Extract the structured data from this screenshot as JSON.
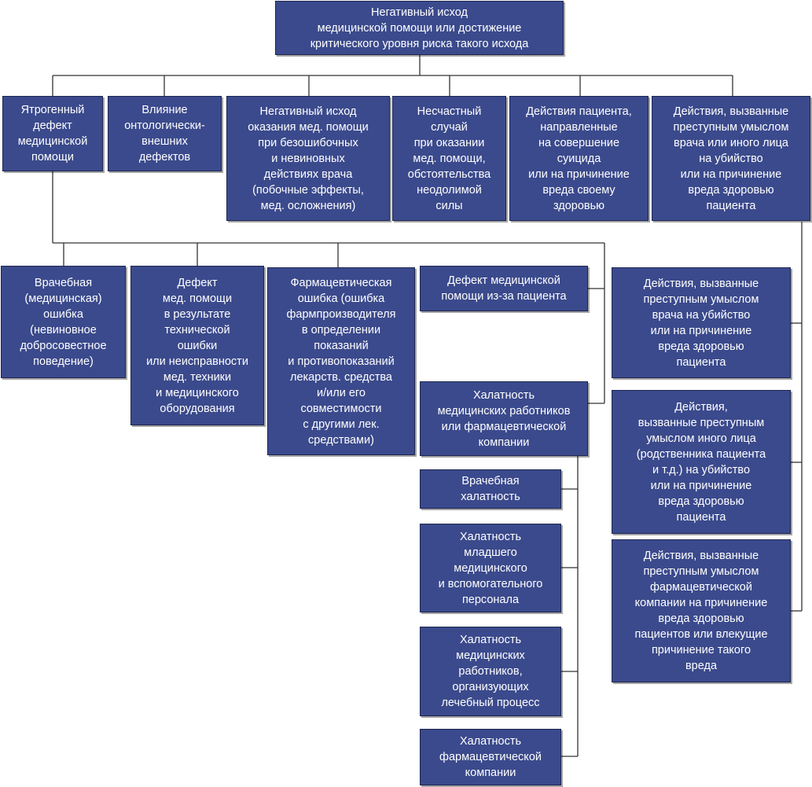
{
  "root": "Негативный исход\nмедицинской помощи или достижение\nкритического уровня риска такого исхода",
  "level1": {
    "iatrogenic": "Ятрогенный\nдефект\nмедицинской\nпомощи",
    "ontological": "Влияние\nонтологически-\nвнешних\nдефектов",
    "negative_outcome": "Негативный исход\nоказания мед. помощи\nпри безошибочных\nи невиновных\nдействиях врача\n(побочные эффекты,\nмед. осложнения)",
    "accident": "Несчастный\nслучай\nпри оказании\nмед. помощи,\nобстоятельства\nнеодолимой\nсилы",
    "patient_actions": "Действия пациента,\nнаправленные\nна совершение\nсуицида\nили на причинение\nвреда своему\nздоровью",
    "criminal_intent": "Действия, вызванные\nпреступным умыслом\nврача или иного лица\nна убийство\nили на причинение\nвреда здоровью\nпациента"
  },
  "iatrogenic_children": {
    "medical_error": "Врачебная\n(медицинская)\nошибка\n(невиновное\nдобросовестное\nповедение)",
    "technical_defect": "Дефект\nмед. помощи\nв результате\nтехнической\nошибки\nили неисправности\nмед. техники\nи медицинского\nоборудования",
    "pharma_error": "Фармацевтическая\nошибка (ошибка\nфармпроизводителя\nв определении\nпоказаний\nи противопоказаний\nлекарств. средства\nи/или его\nсовместимости\nс другими лек.\nсредствами)",
    "patient_defect": "Дефект медицинской\nпомощи из-за пациента",
    "negligence": "Халатность\nмедицинских работников\nили фармацевтической\nкомпании"
  },
  "negligence_children": {
    "doctor": "Врачебная\nхалатность",
    "junior_staff": "Халатность\nмладшего\nмедицинского\nи вспомогательного\nперсонала",
    "organizers": "Халатность\nмедицинских\nработников,\nорганизующих\nлечебный процесс",
    "pharma_company": "Халатность\nфармацевтической\nкомпании"
  },
  "criminal_children": {
    "doctor_intent": "Действия, вызванные\nпреступным умыслом\nврача на убийство\nили на причинение\nвреда здоровью\nпациента",
    "other_person_intent": "Действия,\nвызванные преступным\nумыслом иного лица\n(родственника пациента\nи т.д.) на убийство\nили на причинение\nвреда здоровью\nпациента",
    "pharma_intent": "Действия, вызванные\nпреступным умыслом\nфармацевтической\nкомпании на причинение\nвреда здоровью\nпациентов или влекущие\nпричинение такого\nвреда"
  },
  "colors": {
    "box_fill": "#3b4a8c",
    "box_text": "#ffffff",
    "line": "#333333"
  }
}
